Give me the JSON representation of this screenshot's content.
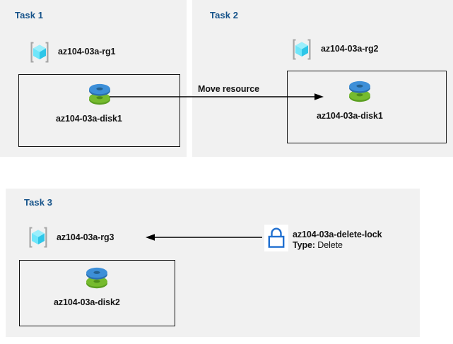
{
  "diagram": {
    "title_color": "#16538a",
    "panel_background": "#f1f1f1",
    "page_background": "#ffffff",
    "accent_blue": "#1f6fd0",
    "disk_top_color": "#3d8fd8",
    "disk_bottom_color": "#73b42e",
    "resource_group_cube_color": "#5fe0f7",
    "bracket_color": "#a6a6a6"
  },
  "panels": [
    {
      "id": "task1",
      "title": "Task 1",
      "resource_group": {
        "label": "az104-03a-rg1",
        "icon": "resource-group-icon"
      },
      "resource": {
        "label": "az104-03a-disk1",
        "icon": "managed-disk-icon"
      }
    },
    {
      "id": "task2",
      "title": "Task 2",
      "resource_group": {
        "label": "az104-03a-rg2",
        "icon": "resource-group-icon"
      },
      "resource": {
        "label": "az104-03a-disk1",
        "icon": "managed-disk-icon"
      }
    },
    {
      "id": "task3",
      "title": "Task 3",
      "resource_group": {
        "label": "az104-03a-rg3",
        "icon": "resource-group-icon"
      },
      "resource": {
        "label": "az104-03a-disk2",
        "icon": "managed-disk-icon"
      },
      "lock": {
        "icon": "padlock-icon",
        "name": "az104-03a-delete-lock",
        "type_label": "Type:",
        "type_value": "Delete"
      }
    }
  ],
  "connectors": {
    "move_resource": {
      "label": "Move resource",
      "direction": "left-to-right",
      "icon": "arrow-right-icon"
    },
    "lock_applies_to": {
      "label": "",
      "direction": "right-to-left",
      "icon": "arrow-left-icon"
    }
  }
}
